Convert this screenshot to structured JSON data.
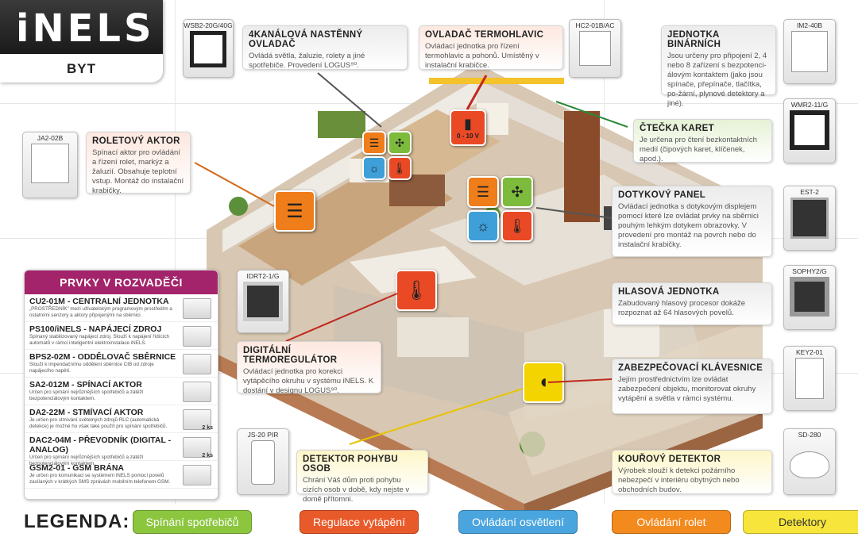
{
  "brand": {
    "logo": "iNELS",
    "subtitle": "BYT"
  },
  "callouts": {
    "switch4": {
      "title": "4KANÁLOVÁ NASTĚNNÝ OVLADAČ",
      "text": "Ovládá světla, žaluzie, rolety a jiné spotřebiče. Provedení LOGUS⁹⁰."
    },
    "valve": {
      "title": "OVLADAČ TERMOHLAVIC",
      "text": "Ovládací jednotka pro řízení termohlavic a pohonů. Umístěný v instalační krabičce."
    },
    "binary": {
      "title": "JEDNOTKA BINÁRNÍCH",
      "text": "Jsou určeny pro připojení 2, 4 nebo 8 zařízení s bezpotenci-álovým kontaktem (jako jsou spínače, přepínače, tlačítka, po-žární, plynové detektory a jiné)."
    },
    "card": {
      "title": "ČTEČKA KARET",
      "text": "Je určena pro čtení bezkontaktních medií (čipových karet, klíčenek, apod.)."
    },
    "roller": {
      "title": "ROLETOVÝ AKTOR",
      "text": "Spínací aktor pro ovládání a řízení rolet, markýz a žaluzií. Obsahuje teplotní vstup. Montáž do instalační krabičky."
    },
    "touch": {
      "title": "DOTYKOVÝ PANEL",
      "text": "Ovládací jednotka s dotykovým displejem pomocí které lze ovládat prvky na sběrnici pouhým lehkým dotykem obrazovky. V provedení pro montáž na povrch nebo do instalační krabičky."
    },
    "voice": {
      "title": "HLASOVÁ JEDNOTKA",
      "text": "Zabudovaný hlasový procesor dokáže rozpoznat až 64 hlasových povelů."
    },
    "thermo": {
      "title": "DIGITÁLNÍ TERMOREGULÁTOR",
      "text": "Ovládací jednotka pro korekci vytápěcího okruhu v systému iNELS. K dostání v designu LOGUS⁹⁰."
    },
    "keypad": {
      "title": "ZABEZPEČOVACÍ KLÁVESNICE",
      "text": "Jejím prostřednictvím lze ovládat zabezpečení objektu, monitorovat okruhy vytápění a světla v rámci systému."
    },
    "motion": {
      "title": "DETEKTOR POHYBU OSOB",
      "text": "Chrání Váš dům proti pohybu cizích osob v době, kdy nejste v domě přítomni."
    },
    "smoke": {
      "title": "KOUŘOVÝ DETEKTOR",
      "text": "Výrobek slouží k detekci požárního nebezpečí v interiéru obytných nebo obchodních budov."
    }
  },
  "devices": {
    "wsb2": "WSB2-20G/40G",
    "hc2": "HC2-01B/AC",
    "im2": "IM2-40B",
    "wmr2": "WMR2-11/G",
    "ja2": "JA2-02B",
    "est2": "EST-2",
    "idrt2": "IDRT2-1/G",
    "sophy2": "SOPHY2/G",
    "key2": "KEY2-01",
    "js20": "JS-20 PIR",
    "sd280": "SD-280"
  },
  "house": {
    "valve_label": "0 - 10 V"
  },
  "cabinet": {
    "title": "PRVKY V ROZVADĚČI",
    "items": [
      {
        "name": "CU2-01M - CENTRALNÍ JEDNOTKA",
        "desc": "„PROSTŘEDNÍK“ mezi uživatelským programovým prostředím a ostatními senzory a aktory připojenými na sběrnici.",
        "qty": ""
      },
      {
        "name": "PS100/iNELS - NAPÁJECÍ ZDROJ",
        "desc": "Spínaný stabilizovaný napájecí zdroj. Slouží k napájení řídících automatů v rámci inteligentní elektroinstalace iNELS.",
        "qty": ""
      },
      {
        "name": "BPS2-02M - ODDĚLOVAČ SBĚRNICE",
        "desc": "Slouží k impendačnímu oddělení sběrnice CIB od zdroje napájecího napětí.",
        "qty": ""
      },
      {
        "name": "SA2-012M - SPÍNACÍ AKTOR",
        "desc": "Určen pro spínání nejrůznějších spotřebičů a zátěží bezpotenciálovým kontaktem.",
        "qty": ""
      },
      {
        "name": "DA2-22M - STMÍVACÍ AKTOR",
        "desc": "Je určen pro stmívání světelných zdrojů RLC (automatická detekce) je možné ho však také použít pro spínání spotřebičů.",
        "qty": "2 ks"
      },
      {
        "name": "DAC2-04M - PŘEVODNÍK (DIGITAL - ANALOG)",
        "desc": "Určen pro spínání nejrůznějších spotřebičů a zátěží bezpotenciálovým kontaktem.",
        "qty": "2 ks"
      },
      {
        "name": "GSM2-01 - GSM BRÁNA",
        "desc": "Je určen pro komunikaci se systémem iNELS pomocí povelů zasílaných v krátkých SMS zprávách mobilním telefonem GSM.",
        "qty": ""
      }
    ]
  },
  "legend": {
    "label": "LEGENDA:",
    "items": [
      {
        "label": "Spínání spotřebičů",
        "color": "#8cc63f"
      },
      {
        "label": "Regulace vytápění",
        "color": "#e95a2a"
      },
      {
        "label": "Ovládání osvětlení",
        "color": "#4aa5de"
      },
      {
        "label": "Ovládání rolet",
        "color": "#f38a1e"
      },
      {
        "label": "Detektory",
        "color": "#f7e53b"
      }
    ]
  }
}
